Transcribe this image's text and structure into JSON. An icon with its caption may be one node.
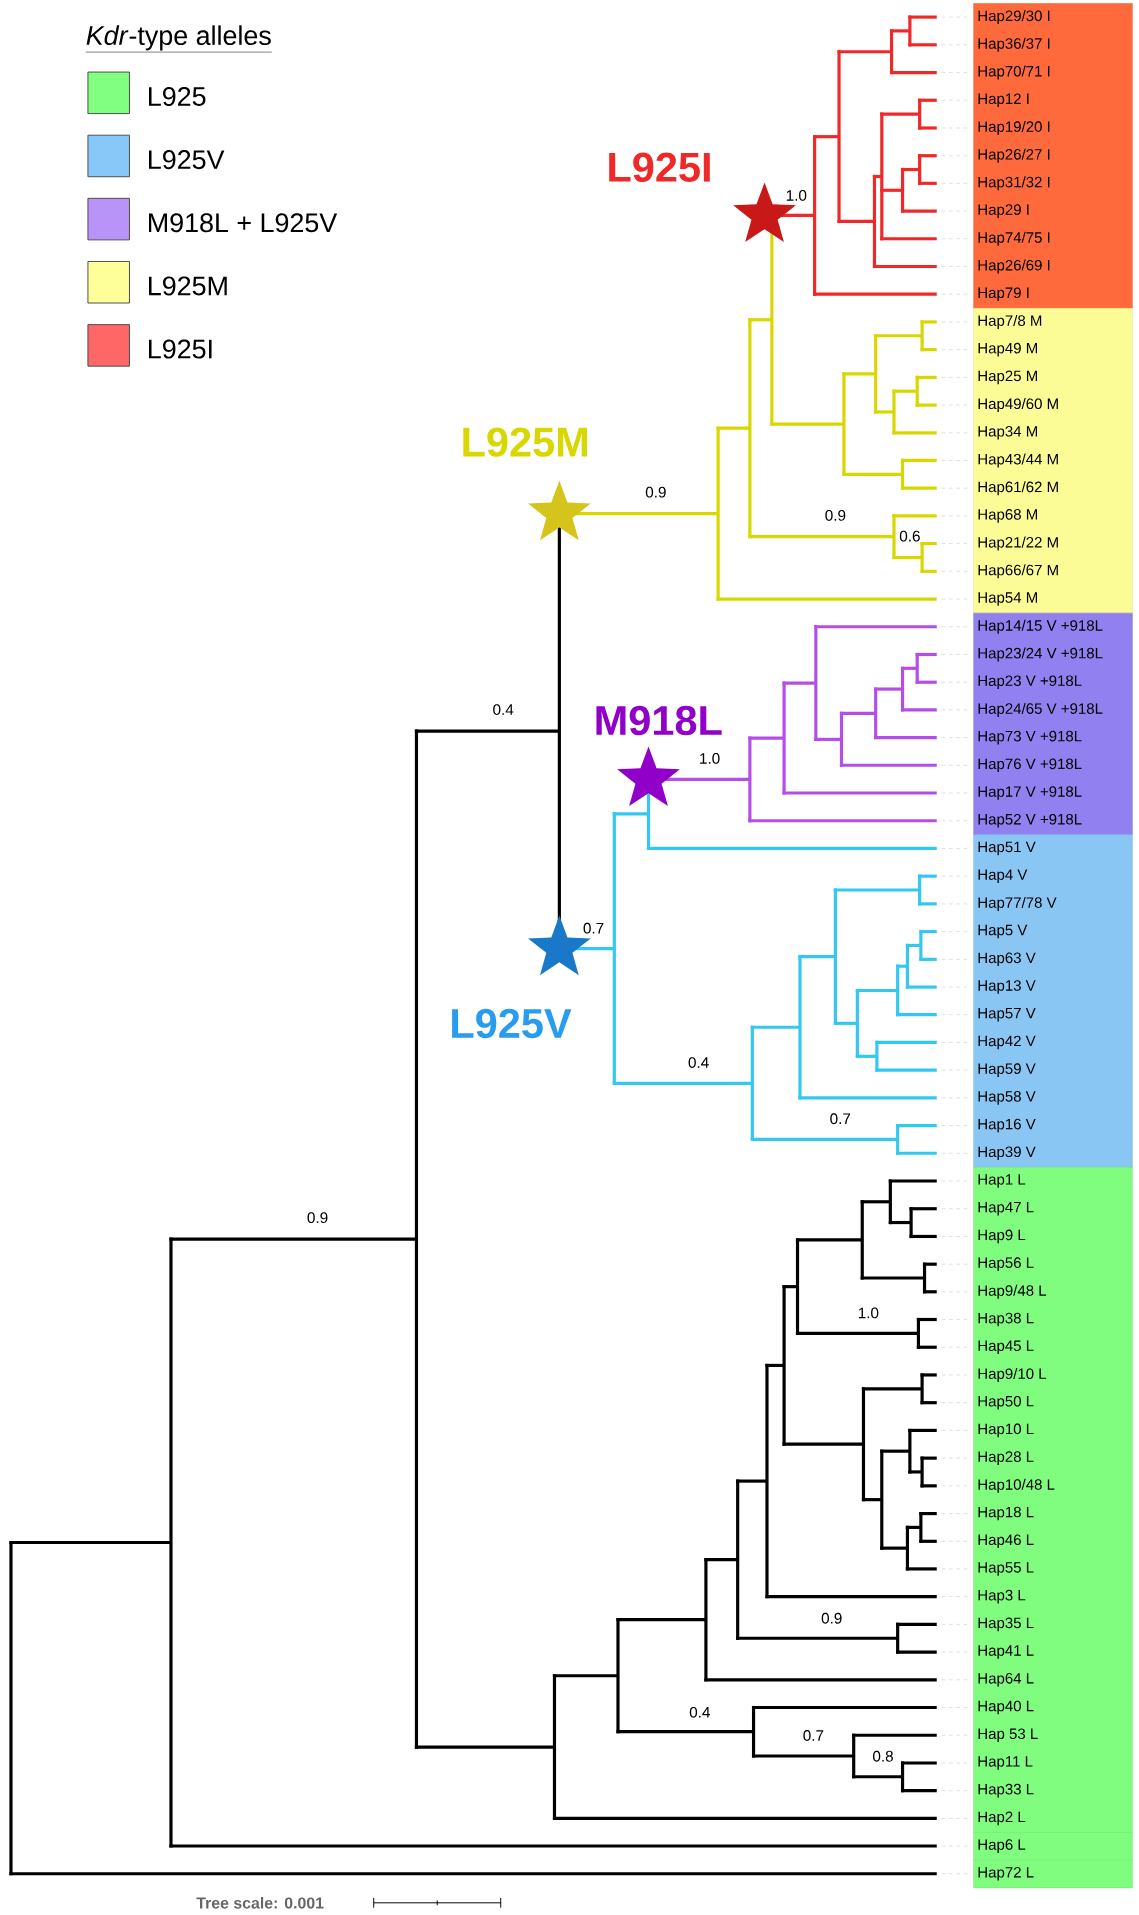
{
  "diagram": {
    "nodes": [
      {
        "text": [
          "Hap29/30 I",
          "Hap36/37 I",
          "Hap70/71 I",
          "Hap12 I",
          "Hap19/20 I",
          "Hap26/27 I",
          "Hap31/32 I",
          "Hap29 I",
          "Hap74/75 I",
          "Hap26/69 I",
          "Hap79 I"
        ]
      },
      {
        "text": [
          "Hap7/8 M",
          "Hap49 M",
          "Hap25 M",
          "Hap49/60 M",
          "Hap34 M",
          "Hap43/44 M",
          "Hap61/62 M",
          "Hap68 M",
          "Hap21/22 M",
          "Hap66/67 M",
          "Hap54 M"
        ]
      },
      {
        "text": [
          "Hap14/15 V +918L",
          "Hap23/24 V +918L",
          "Hap23 V +918L",
          "Hap24/65 V +918L",
          "Hap73 V +918L",
          "Hap76 V +918L",
          "Hap17 V +918L",
          "Hap52 V +918L"
        ]
      },
      {
        "text": [
          "Hap51 V",
          "Hap4 V",
          "Hap77/78 V",
          "Hap5 V",
          "Hap63 V",
          "Hap13 V",
          "Hap57 V",
          "Hap42 V",
          "Hap59 V",
          "Hap58 V",
          "Hap16 V",
          "Hap39 V"
        ]
      },
      {
        "text": [
          "Hap1 L",
          "Hap47 L",
          "Hap9 L",
          "Hap56 L",
          "Hap9/48 L",
          "Hap38 L",
          "Hap45 L",
          "Hap9/10 L",
          "Hap50 L",
          "Hap10 L",
          "Hap28 L",
          "Hap10/48 L",
          "Hap18 L",
          "Hap46 L",
          "Hap55 L",
          "Hap3 L",
          "Hap35 L",
          "Hap41 L",
          "Hap64 L",
          "Hap40 L",
          "Hap 53 L",
          "Hap11 L",
          "Hap33 L",
          "Hap2 L"
        ]
      },
      {
        "text": [
          "Hap6 L"
        ]
      },
      {
        "text": [
          "Hap72 L"
        ]
      },
      {
        "text": [],
        "shape": "star",
        "beside": [
          "L925I"
        ]
      },
      {
        "text": [],
        "shape": "star",
        "beside": [
          "L925M"
        ]
      },
      {
        "text": [],
        "shape": "star",
        "beside": [
          "M918L"
        ]
      },
      {
        "text": [],
        "shape": "star",
        "beside": [
          "L925V"
        ]
      }
    ],
    "labels": [
      "*Kdr*-type alleles",
      "1.0",
      "0.9",
      "0.9",
      "0.6",
      "0.4",
      "1.0",
      "0.7",
      "0.4",
      "0.7",
      "0.9",
      "1.0",
      "0.9",
      "0.4",
      "0.7",
      "0.8",
      "Tree scale: 0.001"
    ],
    "legend": [
      {
        "text": "L925",
        "color": "#80ff80"
      },
      {
        "text": "L925V",
        "color": "#88c8f8"
      },
      {
        "text": "M918L + L925V",
        "color": "#b894f8"
      },
      {
        "text": "L925M",
        "color": "#ffff99"
      },
      {
        "text": "L925I",
        "color": "#ff6666"
      }
    ]
  }
}
